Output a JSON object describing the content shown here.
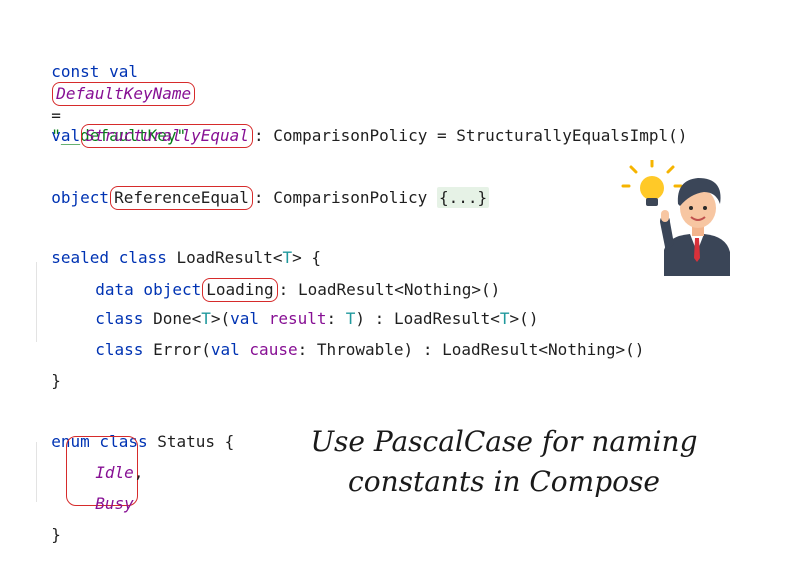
{
  "code": {
    "l1": {
      "kw": "const val",
      "name": "DefaultKeyName",
      "eq": "=",
      "value": "\"__defaultKey\""
    },
    "l2": {
      "kw": "val",
      "name": "StructurallyEqual",
      "rest": ": ComparisonPolicy = StructurallyEqualsImpl()"
    },
    "l3": {
      "kw": "object",
      "name": "ReferenceEqual",
      "rest": ": ComparisonPolicy",
      "fold": "{...}"
    },
    "l4": {
      "kw": "sealed class",
      "rest1": "LoadResult<",
      "tp": "T",
      "rest2": "> {"
    },
    "l5": {
      "kw": "data object",
      "name": "Loading",
      "rest": ": LoadResult<Nothing>()"
    },
    "l6": {
      "kw1": "class",
      "a": "Done<",
      "tp1": "T",
      "b": ">(",
      "kw2": "val",
      "prop": "result",
      "c": ": ",
      "tp2": "T",
      "d": ") : LoadResult<",
      "tp3": "T",
      "e": ">()"
    },
    "l7": {
      "kw1": "class",
      "a": "Error(",
      "kw2": "val",
      "prop": "cause",
      "b": ": Throwable) : LoadResult<Nothing>()"
    },
    "l8": "}",
    "l9": {
      "kw": "enum class",
      "rest": "Status {"
    },
    "l10": {
      "name": "Idle",
      "comma": ","
    },
    "l11": {
      "name": "Busy"
    },
    "l12": "}"
  },
  "caption": {
    "line1": "Use PascalCase for naming",
    "line2": "constants in Compose"
  },
  "colors": {
    "keyword": "#0033b3",
    "property": "#871094",
    "string": "#067d17",
    "type_param": "#20999d",
    "highlight_box": "#d62b2b",
    "fold_bg": "#e6f2e6"
  },
  "icons": {
    "illustration": "businessman-with-lightbulb-icon"
  }
}
